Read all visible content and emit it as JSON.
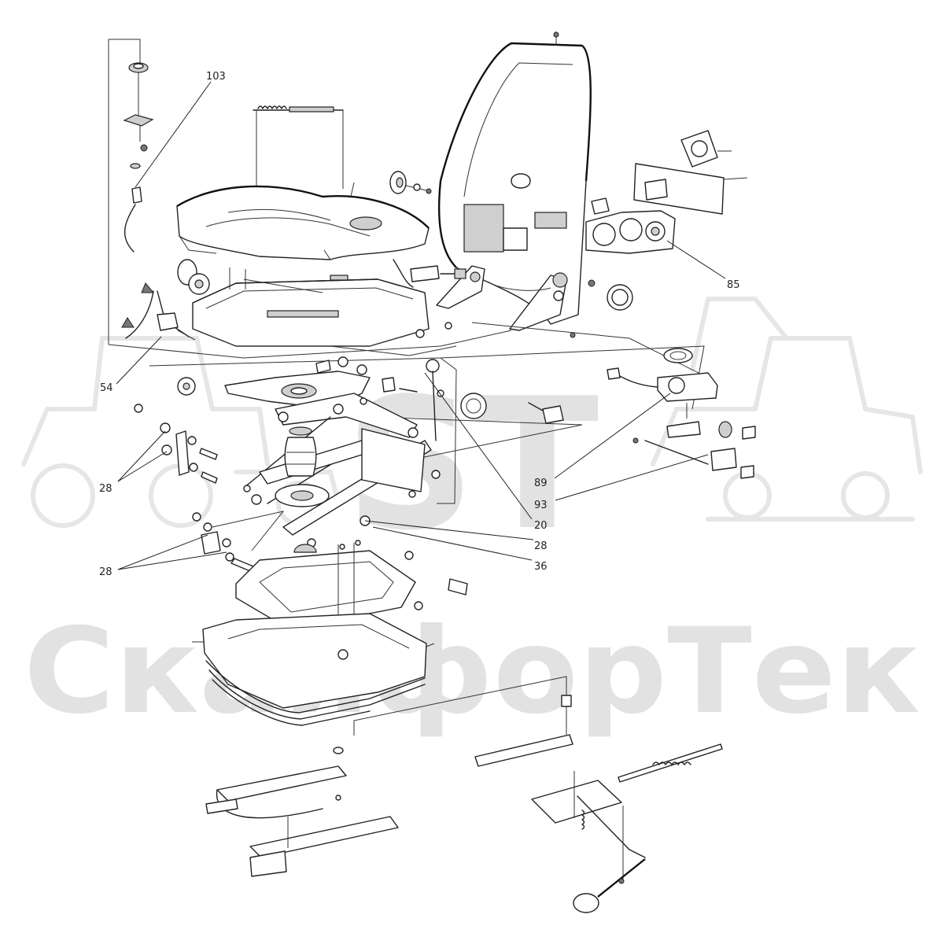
{
  "watermark": {
    "logo_text": "ST",
    "brand_text": "СкайфорТек"
  },
  "callouts": [
    {
      "id": "c103",
      "label": "103"
    },
    {
      "id": "c54",
      "label": "54"
    },
    {
      "id": "c28a",
      "label": "28"
    },
    {
      "id": "c28b",
      "label": "28"
    },
    {
      "id": "c28c",
      "label": "28"
    },
    {
      "id": "c85",
      "label": "85"
    },
    {
      "id": "c89",
      "label": "89"
    },
    {
      "id": "c93",
      "label": "93"
    },
    {
      "id": "c20",
      "label": "20"
    },
    {
      "id": "c36",
      "label": "36"
    }
  ],
  "colors": {
    "line": "#222222",
    "watermark": "#e2e2e2",
    "background": "#ffffff"
  }
}
